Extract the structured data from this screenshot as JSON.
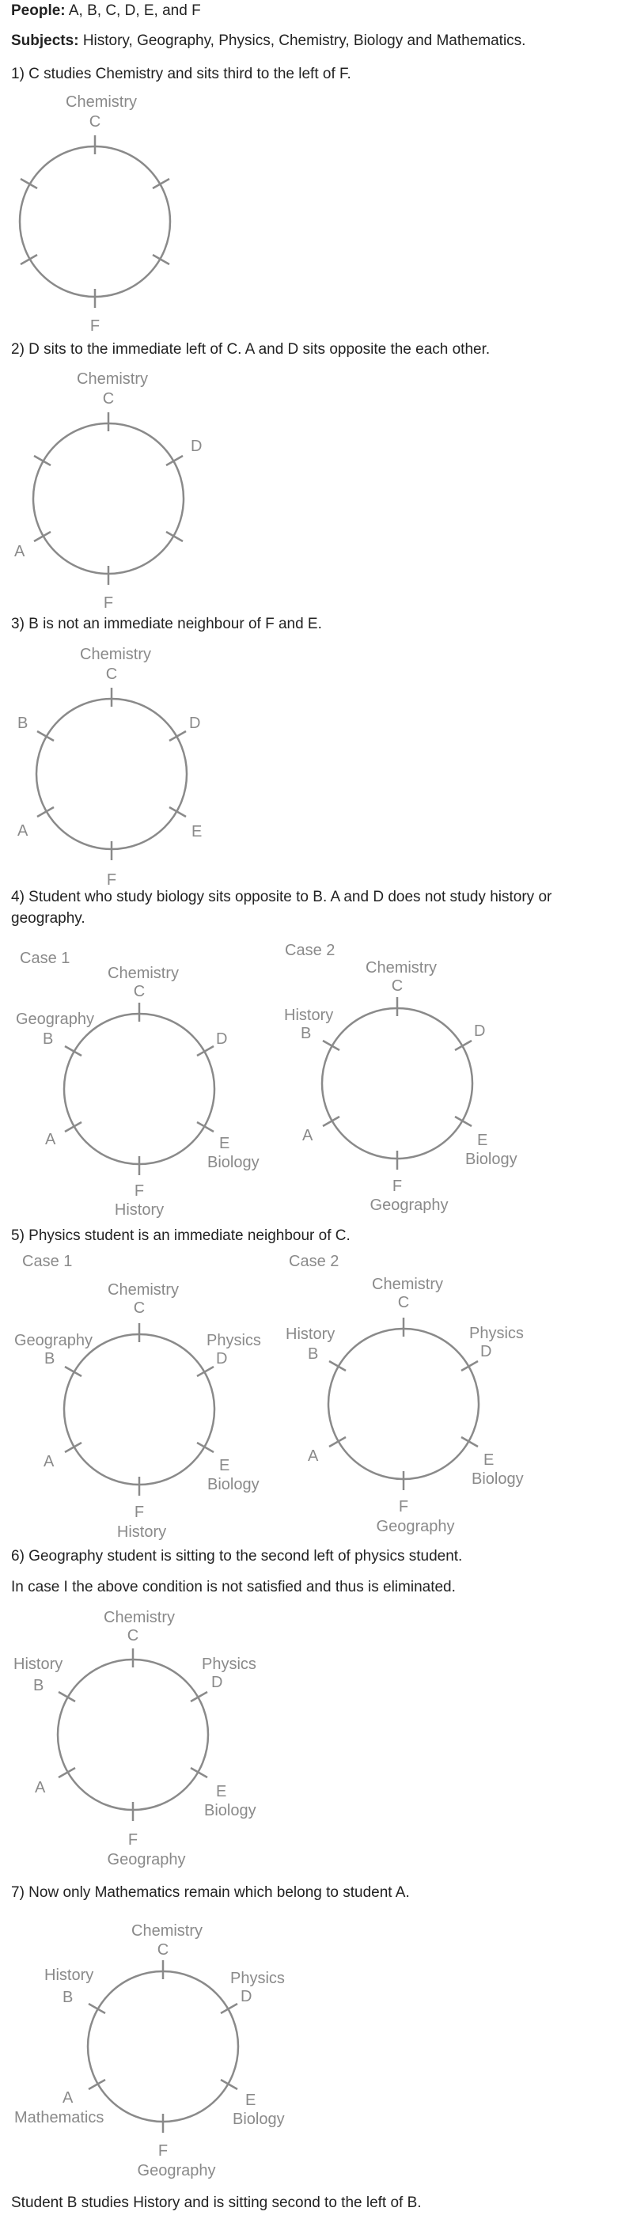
{
  "intro": {
    "people_label": "People:",
    "people_value": "A, B, C, D, E, and F",
    "subjects_label": "Subjects:",
    "subjects_value": "History, Geography, Physics, Chemistry, Biology and Mathematics."
  },
  "steps": [
    {
      "text": "1) C studies Chemistry and sits third to the left of F."
    },
    {
      "text": "2) D sits to the immediate left of C. A and D sits opposite the each other."
    },
    {
      "text": "3) B is not an immediate neighbour of F and E."
    },
    {
      "text": "4) Student who study biology sits opposite to B. A and D does not study history or geography."
    },
    {
      "text": "5) Physics student is an immediate neighbour of C."
    },
    {
      "text": "6) Geography student is sitting to the second left of physics student."
    },
    {
      "text": "7) Now only Mathematics remain which belong to student A."
    }
  ],
  "note_step6": "In case I the above condition is not satisfied and thus is eliminated.",
  "conclusion": "Student B studies History and is sitting second to the left of B.",
  "cases": {
    "case1": "Case 1",
    "case2": "Case 2"
  },
  "diagrams": {
    "d1": {
      "top_subject": "Chemistry",
      "top": "C",
      "bottom": "F"
    },
    "d2": {
      "top_subject": "Chemistry",
      "top": "C",
      "upper_right": "D",
      "lower_left": "A",
      "bottom": "F"
    },
    "d3": {
      "top_subject": "Chemistry",
      "top": "C",
      "upper_right": "D",
      "upper_left": "B",
      "lower_right": "E",
      "lower_left": "A",
      "bottom": "F"
    },
    "d4a": {
      "top_subject": "Chemistry",
      "top": "C",
      "upper_right": "D",
      "upper_left_subject": "Geography",
      "upper_left": "B",
      "lower_right": "E",
      "lower_right_subject": "Biology",
      "lower_left": "A",
      "bottom": "F",
      "bottom_subject": "History"
    },
    "d4b": {
      "top_subject": "Chemistry",
      "top": "C",
      "upper_right": "D",
      "upper_left_subject": "History",
      "upper_left": "B",
      "lower_right": "E",
      "lower_right_subject": "Biology",
      "lower_left": "A",
      "bottom": "F",
      "bottom_subject": "Geography"
    },
    "d5a": {
      "top_subject": "Chemistry",
      "top": "C",
      "upper_right_subject": "Physics",
      "upper_right": "D",
      "upper_left_subject": "Geography",
      "upper_left": "B",
      "lower_right": "E",
      "lower_right_subject": "Biology",
      "lower_left": "A",
      "bottom": "F",
      "bottom_subject": "History"
    },
    "d5b": {
      "top_subject": "Chemistry",
      "top": "C",
      "upper_right_subject": "Physics",
      "upper_right": "D",
      "upper_left_subject": "History",
      "upper_left": "B",
      "lower_right": "E",
      "lower_right_subject": "Biology",
      "lower_left": "A",
      "bottom": "F",
      "bottom_subject": "Geography"
    },
    "d6": {
      "top_subject": "Chemistry",
      "top": "C",
      "upper_right_subject": "Physics",
      "upper_right": "D",
      "upper_left_subject": "History",
      "upper_left": "B",
      "lower_right": "E",
      "lower_right_subject": "Biology",
      "lower_left": "A",
      "bottom": "F",
      "bottom_subject": "Geography"
    },
    "d7": {
      "top_subject": "Chemistry",
      "top": "C",
      "upper_right_subject": "Physics",
      "upper_right": "D",
      "upper_left_subject": "History",
      "upper_left": "B",
      "lower_right": "E",
      "lower_right_subject": "Biology",
      "lower_left": "A",
      "lower_left_subject": "Mathematics",
      "bottom": "F",
      "bottom_subject": "Geography"
    }
  }
}
